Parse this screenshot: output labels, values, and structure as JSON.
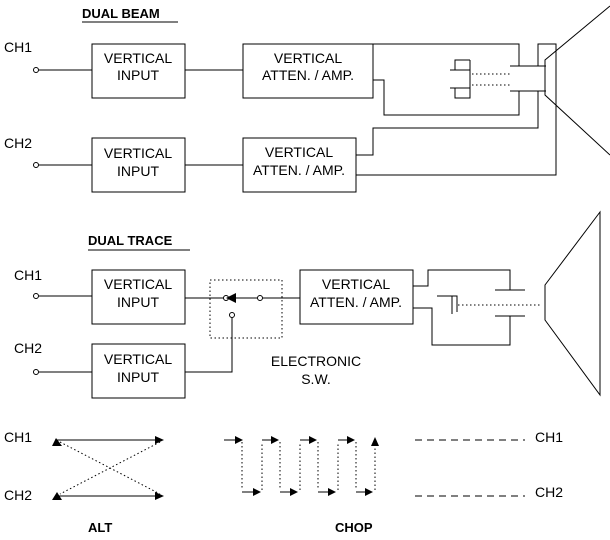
{
  "dual_beam": {
    "heading": "DUAL BEAM",
    "ch1": "CH1",
    "ch2": "CH2",
    "vin1": [
      "VERTICAL",
      "INPUT"
    ],
    "vin2": [
      "VERTICAL",
      "INPUT"
    ],
    "amp1": [
      "VERTICAL",
      "ATTEN. / AMP."
    ],
    "amp2": [
      "VERTICAL",
      "ATTEN. / AMP."
    ]
  },
  "dual_trace": {
    "heading": "DUAL TRACE",
    "ch1": "CH1",
    "ch2": "CH2",
    "vin1": [
      "VERTICAL",
      "INPUT"
    ],
    "vin2": [
      "VERTICAL",
      "INPUT"
    ],
    "amp": [
      "VERTICAL",
      "ATTEN. / AMP."
    ],
    "switch": [
      "ELECTRONIC",
      "S.W."
    ]
  },
  "modes": {
    "alt": {
      "title": "ALT",
      "ch1": "CH1",
      "ch2": "CH2"
    },
    "chop": {
      "title": "CHOP"
    },
    "legend": {
      "ch1": "CH1",
      "ch2": "CH2"
    }
  }
}
